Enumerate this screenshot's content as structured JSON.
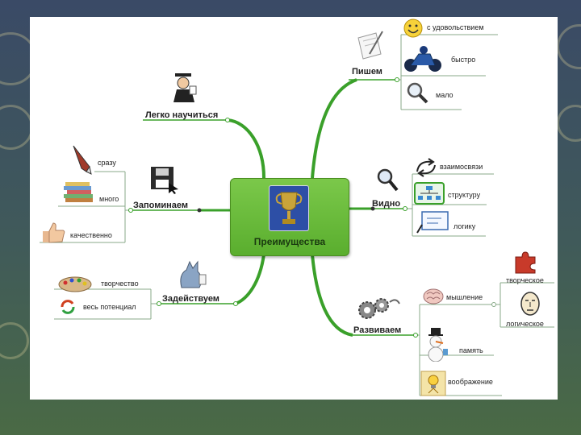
{
  "center": {
    "title": "Преимущества",
    "icon": "trophy-icon"
  },
  "branches": {
    "legko": {
      "label": "Легко научиться",
      "icon": "professor-icon"
    },
    "zapominaem": {
      "label": "Запоминаем",
      "icon": "floppy-disk-icon",
      "items": [
        {
          "label": "сразу",
          "icon": "fountain-pen-icon"
        },
        {
          "label": "много",
          "icon": "stack-of-books-icon"
        },
        {
          "label": "качественно",
          "icon": "thumbs-up-icon"
        }
      ]
    },
    "zadeystvuem": {
      "label": "Задействуем",
      "icon": "cat-painting-icon",
      "items": [
        {
          "label": "творчество",
          "icon": "paint-palette-icon"
        },
        {
          "label": "весь потенциал",
          "icon": "recycle-arrows-icon"
        }
      ]
    },
    "pishem": {
      "label": "Пишем",
      "icon": "pen-and-paper-icon",
      "items": [
        {
          "label": "с удовольствием",
          "icon": "smiley-icon"
        },
        {
          "label": "быстро",
          "icon": "motorbike-icon"
        },
        {
          "label": "мало",
          "icon": "magnifier-icon"
        }
      ]
    },
    "vidno": {
      "label": "Видно",
      "icon": "magnifier-icon",
      "items": [
        {
          "label": "взаимосвязи",
          "icon": "curved-arrows-icon"
        },
        {
          "label": "структуру",
          "icon": "org-chart-icon"
        },
        {
          "label": "логику",
          "icon": "flow-diagram-icon"
        }
      ]
    },
    "razvivaem": {
      "label": "Развиваем",
      "icon": "gears-icon",
      "items": [
        {
          "label": "мышление",
          "icon": "brain-icon"
        },
        {
          "label": "память",
          "icon": "snowman-icon"
        },
        {
          "label": "воображение",
          "icon": "lamp-idea-icon"
        }
      ],
      "sub": {
        "items": [
          {
            "label": "творческое",
            "icon": "puzzle-icon"
          },
          {
            "label": "логическое",
            "icon": "face-icon"
          }
        ]
      }
    }
  },
  "colors": {
    "branch": "#3aa02a",
    "leaf_line": "#88aa88",
    "center_fill": "#6cbd3c"
  }
}
